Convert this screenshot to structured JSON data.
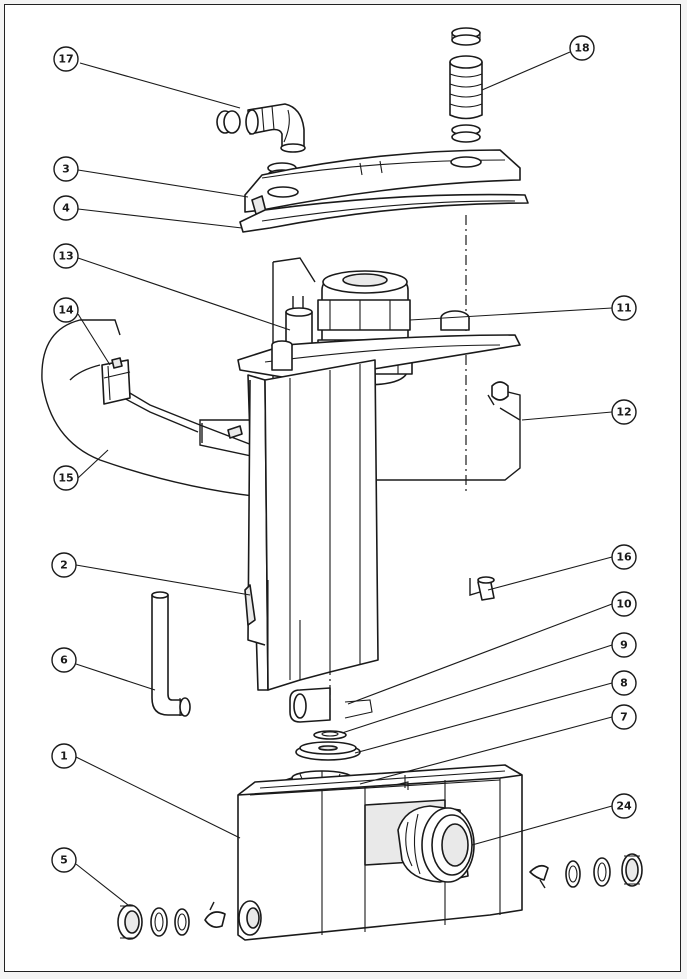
{
  "callouts": [
    {
      "id": "c1",
      "label": "1"
    },
    {
      "id": "c2",
      "label": "2"
    },
    {
      "id": "c3",
      "label": "3"
    },
    {
      "id": "c4",
      "label": "4"
    },
    {
      "id": "c5",
      "label": "5"
    },
    {
      "id": "c6",
      "label": "6"
    },
    {
      "id": "c7",
      "label": "7"
    },
    {
      "id": "c8",
      "label": "8"
    },
    {
      "id": "c9",
      "label": "9"
    },
    {
      "id": "c10",
      "label": "10"
    },
    {
      "id": "c11",
      "label": "11"
    },
    {
      "id": "c12",
      "label": "12"
    },
    {
      "id": "c13",
      "label": "13"
    },
    {
      "id": "c14",
      "label": "14"
    },
    {
      "id": "c15",
      "label": "15"
    },
    {
      "id": "c16",
      "label": "16"
    },
    {
      "id": "c17",
      "label": "17"
    },
    {
      "id": "c18",
      "label": "18"
    },
    {
      "id": "c24",
      "label": "24"
    }
  ],
  "colors": {
    "line": "#1a1a1a",
    "paper": "#ffffff",
    "shade": "#e9e9e9"
  }
}
